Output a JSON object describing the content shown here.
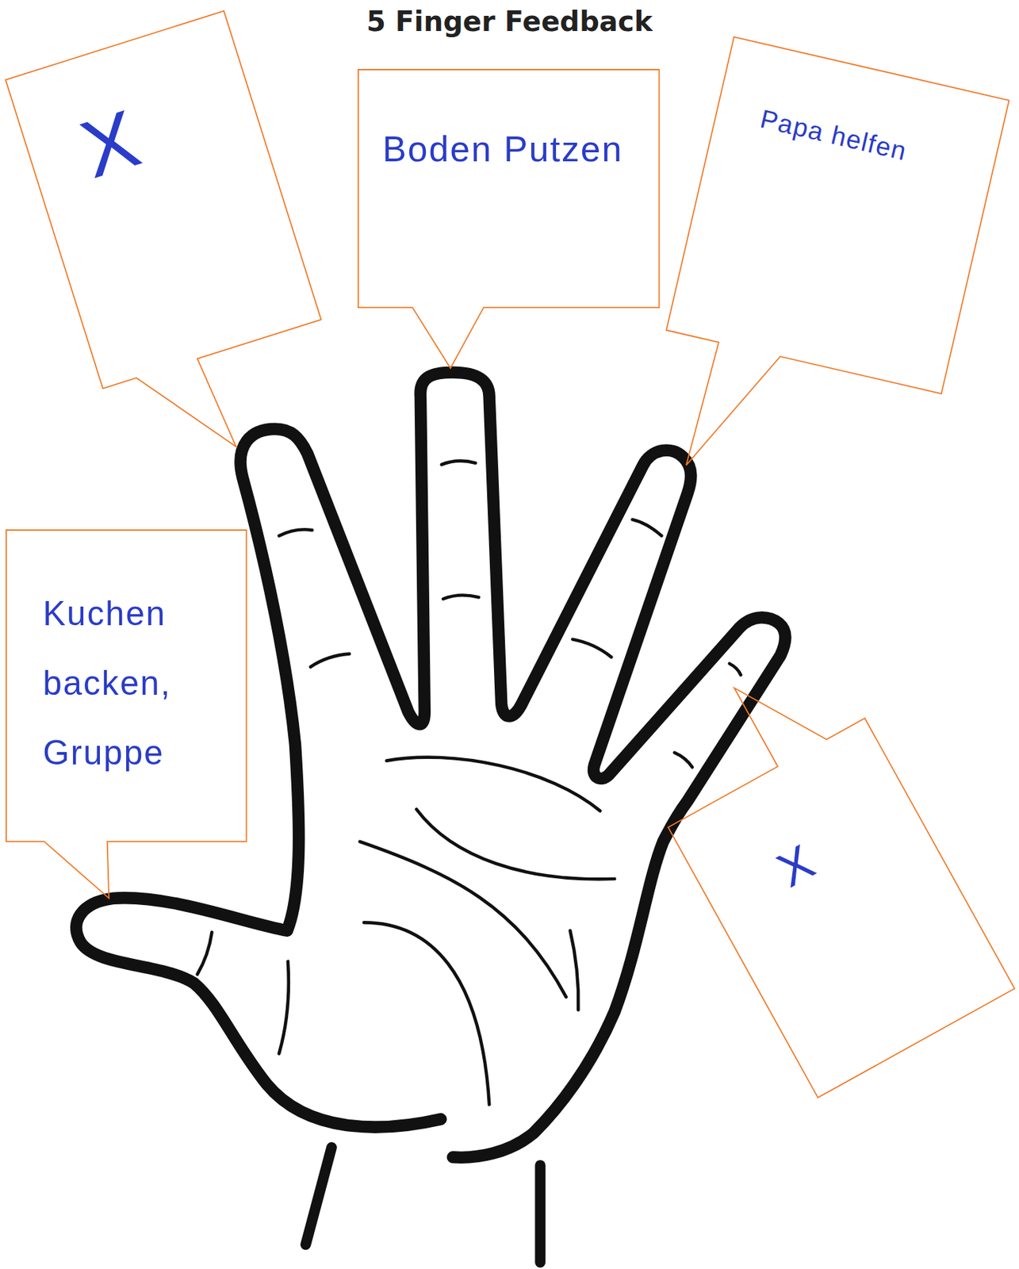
{
  "diagram": {
    "title": "5 Finger Feedback",
    "nodes": [
      {
        "text": [
          "X"
        ]
      },
      {
        "text": [
          "Boden Putzen"
        ]
      },
      {
        "text": [
          "Papa helfen"
        ]
      },
      {
        "text": [
          "Kuchen backen, Gruppe"
        ]
      },
      {
        "text": [
          "X"
        ]
      }
    ]
  }
}
